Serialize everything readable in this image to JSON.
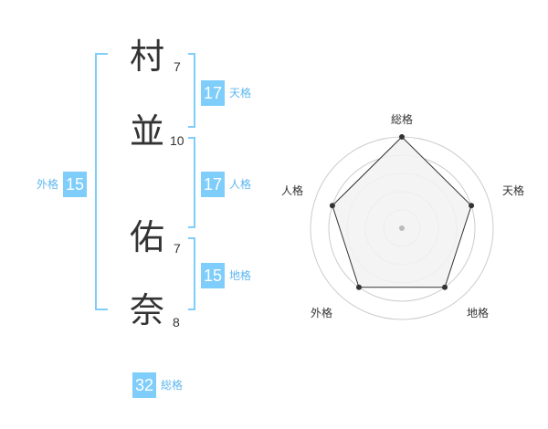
{
  "name": {
    "chars": [
      {
        "kanji": "村",
        "strokes": "7"
      },
      {
        "kanji": "並",
        "strokes": "10"
      },
      {
        "kanji": "佑",
        "strokes": "7"
      },
      {
        "kanji": "奈",
        "strokes": "8"
      }
    ]
  },
  "fortunes": {
    "tenkaku": {
      "value": "17",
      "label": "天格"
    },
    "jinkaku": {
      "value": "17",
      "label": "人格"
    },
    "chikaku": {
      "value": "15",
      "label": "地格"
    },
    "gaikaku": {
      "value": "15",
      "label": "外格"
    },
    "soukaku": {
      "value": "32",
      "label": "総格"
    }
  },
  "radar": {
    "axes": [
      "総格",
      "天格",
      "地格",
      "外格",
      "人格"
    ],
    "values": [
      1.0,
      0.8,
      0.8,
      0.8,
      0.8
    ],
    "colors": {
      "fill": "#f2f2f2",
      "stroke": "#333333",
      "ring": "#cccccc",
      "center": "#bbbbbb"
    }
  },
  "colors": {
    "accent": "#7fcdfa",
    "label": "#5fb7ef"
  }
}
